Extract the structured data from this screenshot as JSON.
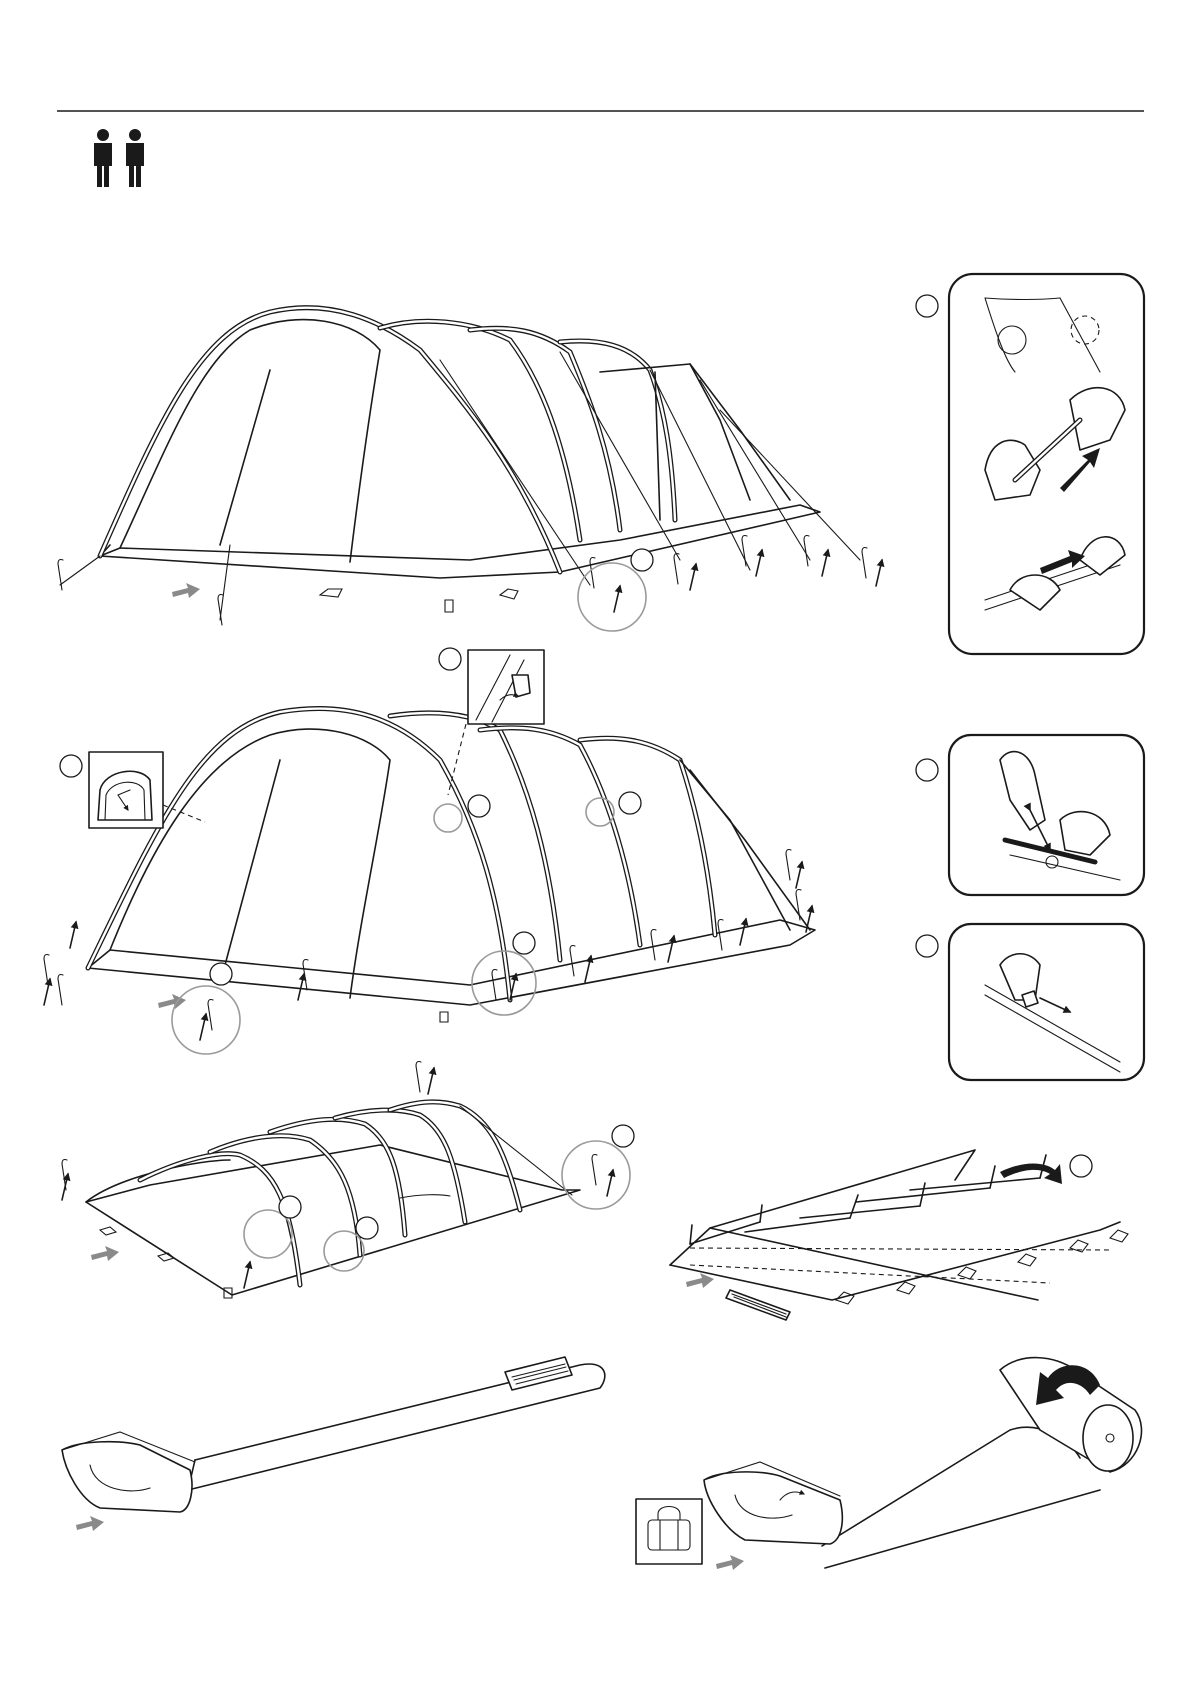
{
  "header": {
    "persons_icon": "two-persons-icon",
    "persons_count": 2
  },
  "figures": [
    {
      "id": "step-remove-pegs-and-lines",
      "icons": [
        "tent-icon",
        "peg-icon",
        "arrow-up-icon",
        "detail-callout"
      ]
    },
    {
      "id": "step-release-poles-and-door",
      "icons": [
        "tent-icon",
        "peg-icon",
        "door-detail-icon",
        "clip-detail-icon"
      ]
    },
    {
      "id": "step-collapse-inner-frame",
      "icons": [
        "tent-frame-icon",
        "peg-icon"
      ]
    },
    {
      "id": "step-fold-tent-fabric",
      "icons": [
        "folded-fabric-icon",
        "peg-bag-icon"
      ]
    },
    {
      "id": "step-place-pole-bag",
      "icons": [
        "fabric-strip-icon",
        "pole-bag-icon"
      ]
    },
    {
      "id": "step-roll-tent",
      "icons": [
        "rolled-tent-icon",
        "roll-arrow-icon",
        "carry-bag-icon"
      ]
    }
  ],
  "colors": {
    "line": "#1a1a1a",
    "arrow_grey": "#8a8a8a",
    "zoom_circle": "#9a9a9a",
    "background": "#ffffff"
  }
}
